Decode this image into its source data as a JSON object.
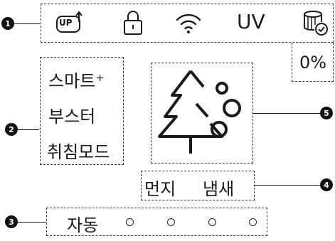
{
  "callouts": {
    "c1": "1",
    "c2": "2",
    "c3": "3",
    "c4": "4",
    "c5": "5"
  },
  "top_bar": {
    "up_icon_label": "UP",
    "uv_label": "UV",
    "filter_percent": "0%"
  },
  "mode_panel": {
    "items": [
      "스마트⁺",
      "부스터",
      "취침모드"
    ]
  },
  "sensor_panel": {
    "dust_label": "먼지",
    "odor_label": "냄새"
  },
  "fan_speed_panel": {
    "auto_label": "자동",
    "level_count": 4
  },
  "colors": {
    "ink": "#1a1a1a",
    "callout_bg": "#111111",
    "background": "#ffffff"
  }
}
